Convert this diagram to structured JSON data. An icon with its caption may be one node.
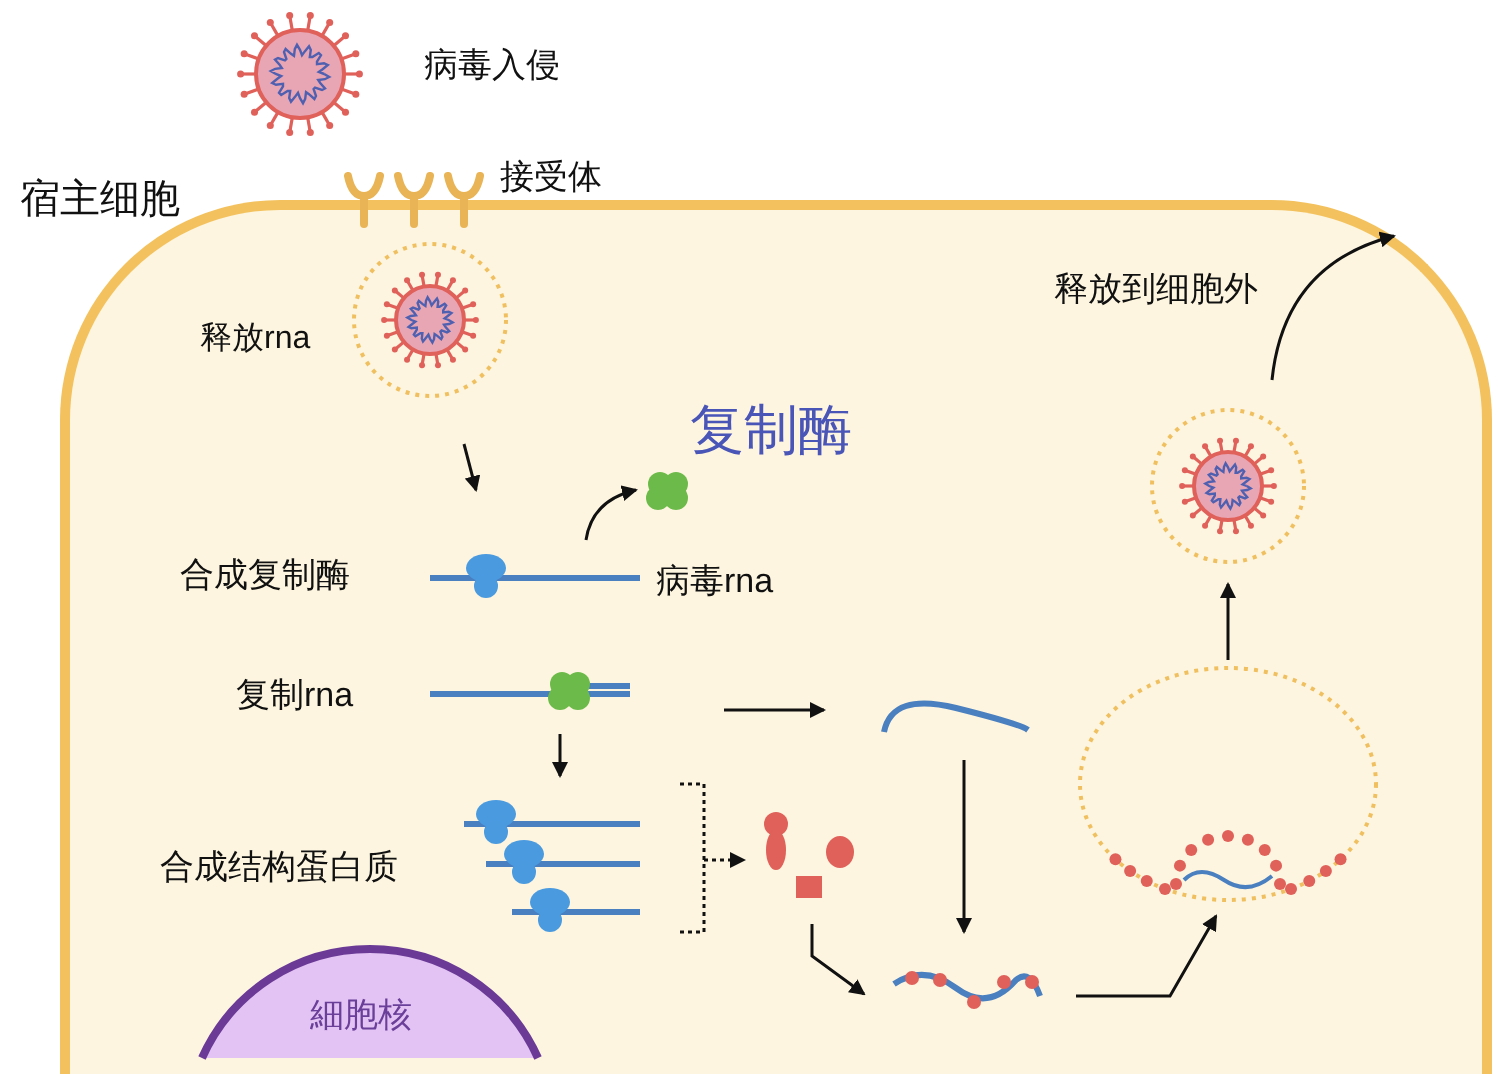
{
  "diagram": {
    "nodes": [
      {
        "text": [
          "宿主细胞"
        ]
      },
      {
        "text": [
          "病毒入侵"
        ]
      },
      {
        "text": [
          "接受体"
        ]
      },
      {
        "text": [
          "释放rna"
        ],
        "in": 0
      },
      {
        "text": [
          "合成复制酶"
        ],
        "beside": [
          "病毒rna"
        ],
        "in": 0
      },
      {
        "text": [
          "复制酶"
        ],
        "in": 0
      },
      {
        "text": [
          "复制rna"
        ],
        "in": 0
      },
      {
        "text": [
          "合成结构蛋白质"
        ],
        "in": 0
      },
      {
        "text": [],
        "shape": "picture",
        "in": 0
      },
      {
        "text": [],
        "shape": "picture",
        "in": 0
      },
      {
        "text": [],
        "shape": "picture",
        "in": 0
      },
      {
        "text": [],
        "shape": "picture",
        "in": 0
      },
      {
        "text": [],
        "shape": "picture",
        "in": 0
      },
      {
        "text": [
          "細胞核"
        ],
        "in": 0
      }
    ],
    "edges": [
      {
        "from": 3,
        "to": 4,
        "arrow": "to"
      },
      {
        "from": 4,
        "to": 5,
        "arrow": "to"
      },
      {
        "from": 6,
        "to": 7,
        "arrow": "to"
      },
      {
        "from": 7,
        "to": 8,
        "arrow": "to",
        "style": "dashed"
      },
      {
        "from": 6,
        "to": 9,
        "arrow": "to"
      },
      {
        "from": 9,
        "to": 10,
        "arrow": "to"
      },
      {
        "from": 8,
        "to": 10,
        "arrow": "to"
      },
      {
        "from": 10,
        "to": 11,
        "arrow": "to"
      },
      {
        "from": 11,
        "to": 12,
        "arrow": "to"
      },
      {
        "from": 12,
        "to": null,
        "arrow": "to",
        "label": "释放到细胞外"
      }
    ]
  }
}
